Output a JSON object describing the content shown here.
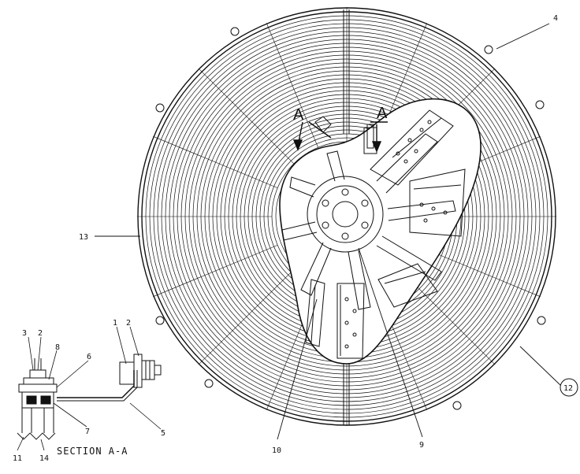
{
  "labels": {
    "callout_1": "1",
    "callout_2a": "2",
    "callout_2b": "2",
    "callout_3": "3",
    "callout_4": "4",
    "callout_5": "5",
    "callout_6": "6",
    "callout_7": "7",
    "callout_8": "8",
    "callout_9": "9",
    "callout_10": "10",
    "callout_11": "11",
    "callout_12": "12",
    "callout_13": "13",
    "callout_14": "14",
    "section_a_left": "A",
    "section_a_right": "A",
    "section_title": "SECTION A-A"
  },
  "colors": {
    "line": "#111111",
    "background": "#ffffff"
  },
  "parts": {
    "guard": "fan-guard-wire-rings",
    "blade": "fan-blade-assembly",
    "hub": "fan-hub",
    "section": "section-a-a-bracket-detail"
  }
}
